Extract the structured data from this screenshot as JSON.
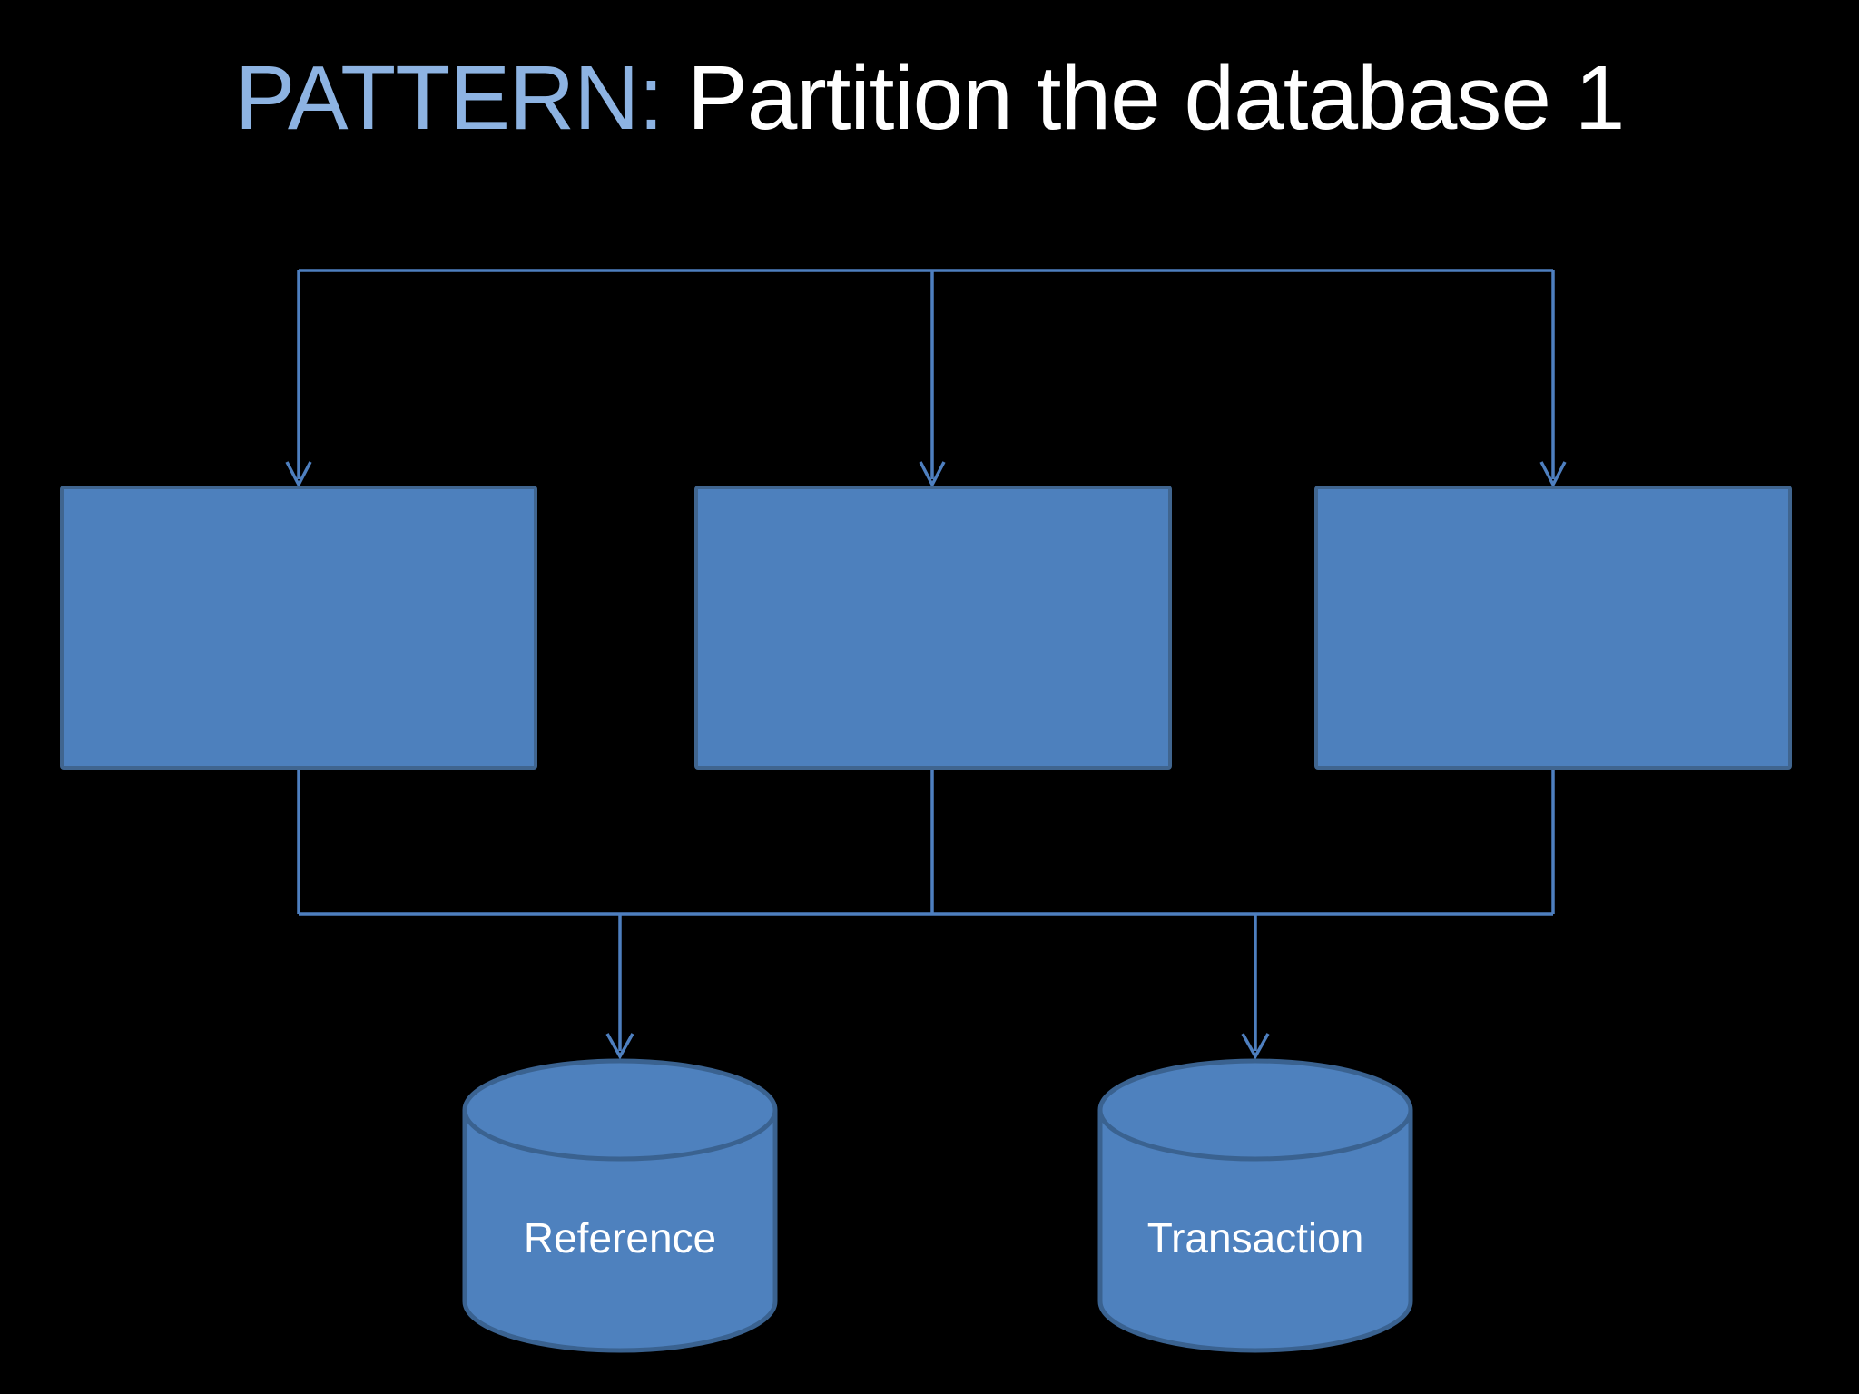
{
  "slide": {
    "background_color": "#000000",
    "title": {
      "highlight": "PATTERN:",
      "text": " Partition the database 1",
      "highlight_color": "#8DB3E2",
      "text_color": "#FFFFFF"
    },
    "diagram": {
      "connector_color": "#4E7FBF",
      "box_count": 3,
      "box_fill": "#4D80BD",
      "box_stroke": "#40658F",
      "cylinder_fill": "#4E81BE",
      "cylinder_stroke": "#3A6290",
      "label_color": "#FFFFFF",
      "databases": [
        {
          "label": "Reference"
        },
        {
          "label": "Transaction"
        }
      ]
    }
  }
}
